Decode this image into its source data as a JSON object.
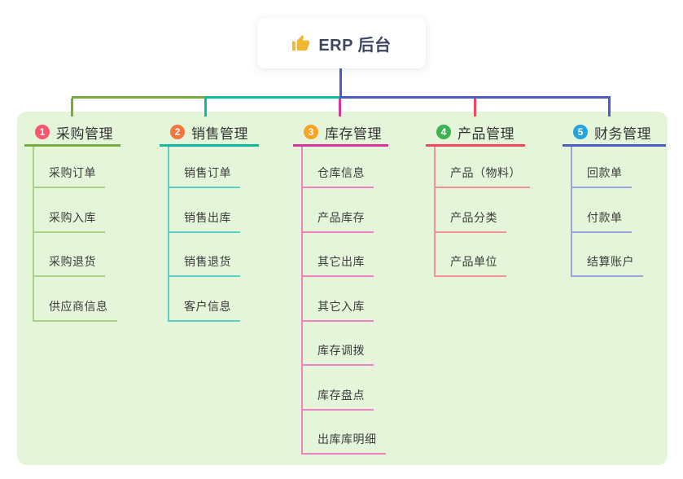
{
  "root": {
    "icon": "thumbs-up-icon",
    "icon_color": "#f2b632",
    "title": "ERP 后台",
    "connector_color": "#4a5cc5"
  },
  "branches": [
    {
      "num": "1",
      "label": "采购管理",
      "badge_color": "#f8566c",
      "line_color": "#76ac40",
      "child_line_color": "#a9d286",
      "children": [
        "采购订单",
        "采购入库",
        "采购退货",
        "供应商信息"
      ]
    },
    {
      "num": "2",
      "label": "销售管理",
      "badge_color": "#f7753e",
      "line_color": "#10b9a3",
      "child_line_color": "#5ecfc4",
      "children": [
        "销售订单",
        "销售出库",
        "销售退货",
        "客户信息"
      ]
    },
    {
      "num": "3",
      "label": "库存管理",
      "badge_color": "#f9a426",
      "line_color": "#d6359c",
      "child_line_color": "#ef82c2",
      "children": [
        "仓库信息",
        "产品库存",
        "其它出库",
        "其它入库",
        "库存调拨",
        "库存盘点",
        "出库库明细"
      ]
    },
    {
      "num": "4",
      "label": "产品管理",
      "badge_color": "#3cb454",
      "line_color": "#f8475e",
      "child_line_color": "#f9909b",
      "children": [
        "产品（物料）",
        "产品分类",
        "产品单位"
      ]
    },
    {
      "num": "5",
      "label": "财务管理",
      "badge_color": "#25a2e0",
      "line_color": "#4a5cc5",
      "child_line_color": "#96a5dc",
      "children": [
        "回款单",
        "付款单",
        "结算账户"
      ]
    }
  ],
  "colors": {
    "page_bg": "#ffffff",
    "panel_bg": "#e4f5da",
    "root_bg": "#ffffff",
    "title_text": "#3d4562",
    "label_text": "#333333",
    "child_text": "#3c3c3c",
    "badge_text": "#ffffff"
  }
}
